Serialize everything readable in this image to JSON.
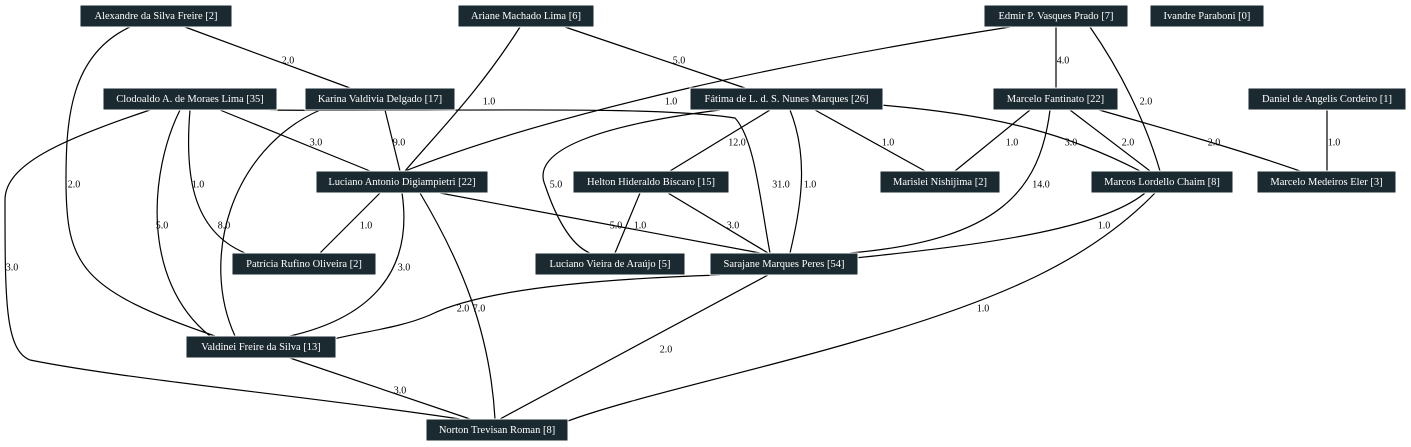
{
  "graph": {
    "colors": {
      "node_fill": "#1b2a30",
      "node_text": "#ffffff",
      "edge": "#000000",
      "background": "#ffffff"
    },
    "nodes": [
      {
        "id": "alexandre",
        "label": "Alexandre da Silva Freire [2]"
      },
      {
        "id": "ariane",
        "label": "Ariane Machado Lima [6]"
      },
      {
        "id": "edmir",
        "label": "Edmir P. Vasques Prado [7]"
      },
      {
        "id": "ivandre",
        "label": "Ivandre Paraboni [0]"
      },
      {
        "id": "clodoaldo",
        "label": "Clodoaldo A. de Moraes Lima [35]"
      },
      {
        "id": "karina",
        "label": "Karina Valdivia Delgado [17]"
      },
      {
        "id": "fatima",
        "label": "Fátima de L. d. S. Nunes Marques [26]"
      },
      {
        "id": "fantinato",
        "label": "Marcelo Fantinato [22]"
      },
      {
        "id": "daniel",
        "label": "Daniel de Angelis Cordeiro [1]"
      },
      {
        "id": "luciano_d",
        "label": "Luciano Antonio Digiampietri [22]"
      },
      {
        "id": "helton",
        "label": "Helton Hideraldo Bíscaro [15]"
      },
      {
        "id": "marislei",
        "label": "Marislei Nishijima [2]"
      },
      {
        "id": "chaim",
        "label": "Marcos Lordello Chaim [8]"
      },
      {
        "id": "eler",
        "label": "Marcelo Medeiros Eler [3]"
      },
      {
        "id": "patricia",
        "label": "Patrícia Rufino Oliveira [2]"
      },
      {
        "id": "luciano_v",
        "label": "Luciano Vieira de Araújo [5]"
      },
      {
        "id": "sarajane",
        "label": "Sarajane Marques Peres [54]"
      },
      {
        "id": "valdinei",
        "label": "Valdinei Freire da Silva [13]"
      },
      {
        "id": "norton",
        "label": "Norton Trevisan Roman [8]"
      }
    ],
    "edges": [
      {
        "source": "alexandre",
        "target": "karina",
        "label": "2.0"
      },
      {
        "source": "alexandre",
        "target": "valdinei",
        "label": "2.0"
      },
      {
        "source": "ariane",
        "target": "fatima",
        "label": "5.0"
      },
      {
        "source": "ariane",
        "target": "luciano_d",
        "label": "1.0"
      },
      {
        "source": "edmir",
        "target": "fantinato",
        "label": "4.0"
      },
      {
        "source": "edmir",
        "target": "luciano_d",
        "label": "1.0"
      },
      {
        "source": "edmir",
        "target": "chaim",
        "label": "2.0"
      },
      {
        "source": "clodoaldo",
        "target": "luciano_d",
        "label": "3.0"
      },
      {
        "source": "clodoaldo",
        "target": "patricia",
        "label": "1.0"
      },
      {
        "source": "clodoaldo",
        "target": "valdinei",
        "label": "5.0"
      },
      {
        "source": "clodoaldo",
        "target": "norton",
        "label": "3.0"
      },
      {
        "source": "clodoaldo",
        "target": "sarajane",
        "label": "31.0"
      },
      {
        "source": "karina",
        "target": "luciano_d",
        "label": "9.0"
      },
      {
        "source": "karina",
        "target": "valdinei",
        "label": "8.0"
      },
      {
        "source": "fatima",
        "target": "helton",
        "label": "12.0"
      },
      {
        "source": "fatima",
        "target": "luciano_v",
        "label": "5.0"
      },
      {
        "source": "fatima",
        "target": "sarajane",
        "label": "1.0"
      },
      {
        "source": "fatima",
        "target": "marislei",
        "label": "1.0"
      },
      {
        "source": "fatima",
        "target": "chaim",
        "label": "3.0"
      },
      {
        "source": "fantinato",
        "target": "marislei",
        "label": "1.0"
      },
      {
        "source": "fantinato",
        "target": "chaim",
        "label": "2.0"
      },
      {
        "source": "fantinato",
        "target": "eler",
        "label": "2.0"
      },
      {
        "source": "fantinato",
        "target": "sarajane",
        "label": "14.0"
      },
      {
        "source": "daniel",
        "target": "eler",
        "label": "1.0"
      },
      {
        "source": "luciano_d",
        "target": "patricia",
        "label": "1.0"
      },
      {
        "source": "luciano_d",
        "target": "sarajane",
        "label": "5.0"
      },
      {
        "source": "luciano_d",
        "target": "valdinei",
        "label": "3.0"
      },
      {
        "source": "luciano_d",
        "target": "norton",
        "label": "7.0"
      },
      {
        "source": "helton",
        "target": "luciano_v",
        "label": "1.0"
      },
      {
        "source": "helton",
        "target": "sarajane",
        "label": "3.0"
      },
      {
        "source": "chaim",
        "target": "sarajane",
        "label": "1.0"
      },
      {
        "source": "chaim",
        "target": "norton",
        "label": "1.0"
      },
      {
        "source": "sarajane",
        "target": "valdinei",
        "label": "2.0"
      },
      {
        "source": "sarajane",
        "target": "norton",
        "label": "2.0"
      },
      {
        "source": "valdinei",
        "target": "norton",
        "label": "3.0"
      }
    ]
  }
}
